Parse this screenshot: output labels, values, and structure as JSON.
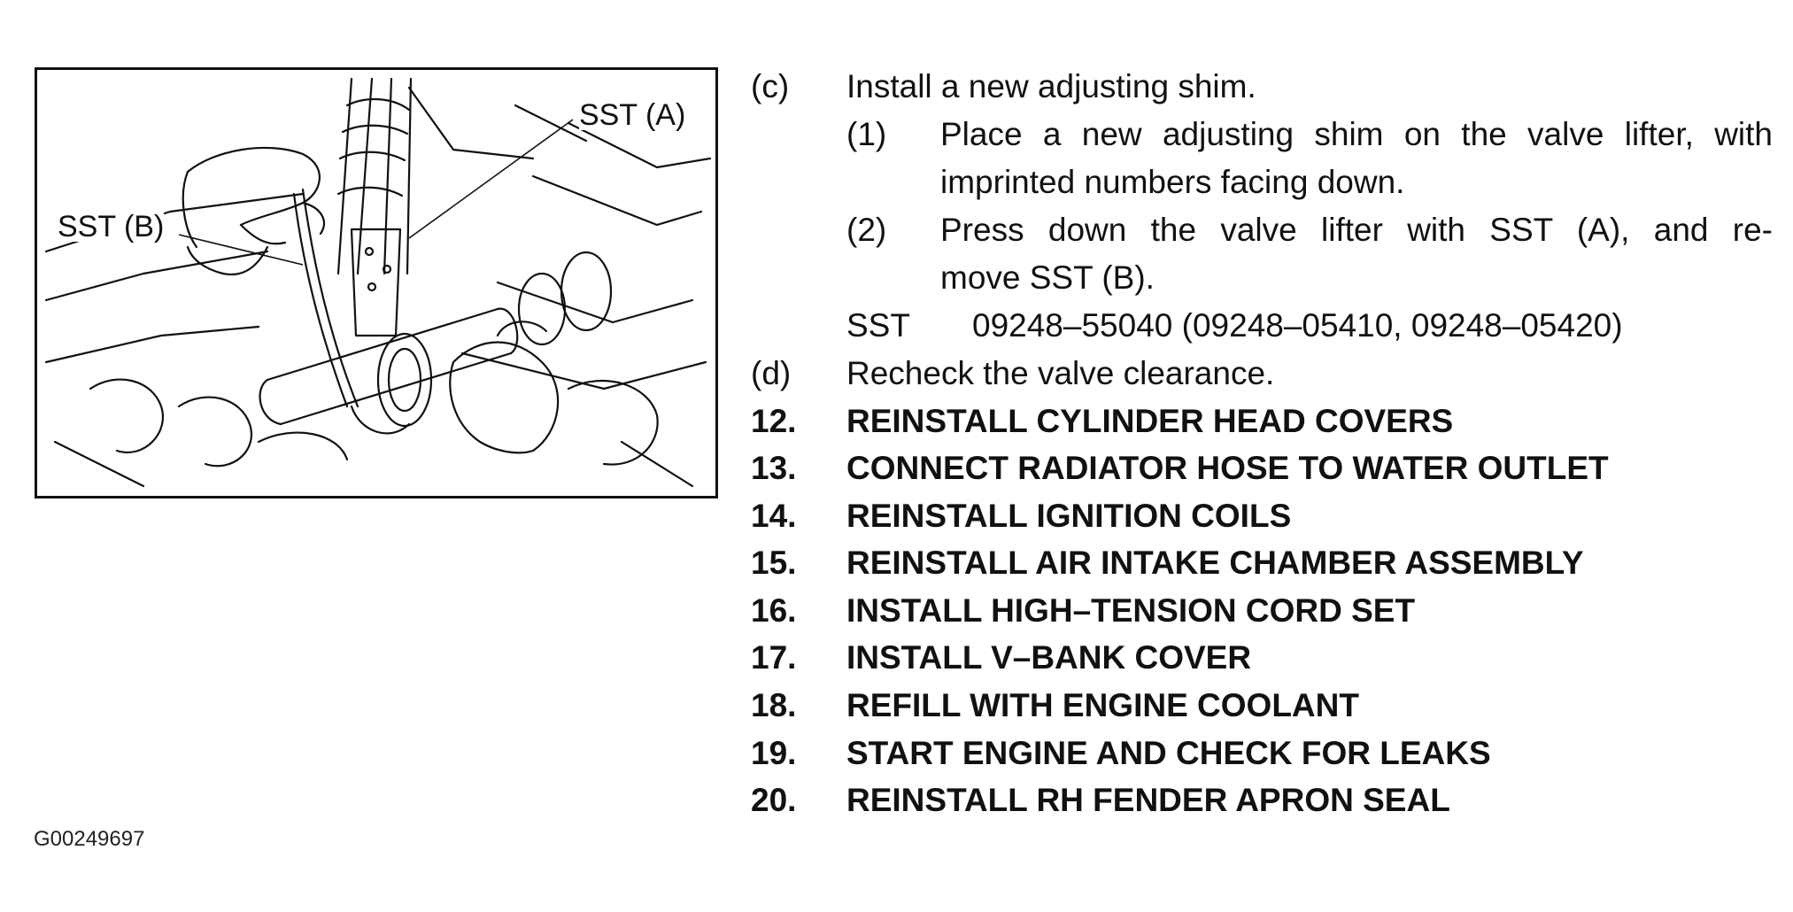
{
  "figure": {
    "callout_a": "SST (A)",
    "callout_b": "SST (B)"
  },
  "procedure": {
    "c_label": "(c)",
    "c_text": "Install a new adjusting shim.",
    "sub1_label": "(1)",
    "sub1_line1": "Place a new adjusting shim on the valve lifter, with",
    "sub1_line2": "imprinted numbers facing down.",
    "sub2_label": "(2)",
    "sub2_line1": "Press down the valve lifter with SST (A), and re-",
    "sub2_line2": "move SST (B).",
    "sst_label": "SST",
    "sst_numbers": "09248–55040 (09248–05410, 09248–05420)",
    "d_label": "(d)",
    "d_text": "Recheck the valve clearance."
  },
  "steps": [
    {
      "num": "12.",
      "text": "REINSTALL CYLINDER HEAD COVERS"
    },
    {
      "num": "13.",
      "text": "CONNECT RADIATOR HOSE TO WATER OUTLET"
    },
    {
      "num": "14.",
      "text": "REINSTALL IGNITION COILS"
    },
    {
      "num": "15.",
      "text": "REINSTALL AIR INTAKE CHAMBER ASSEMBLY"
    },
    {
      "num": "16.",
      "text": "INSTALL HIGH–TENSION CORD SET"
    },
    {
      "num": "17.",
      "text": "INSTALL V–BANK COVER"
    },
    {
      "num": "18.",
      "text": "REFILL WITH ENGINE COOLANT"
    },
    {
      "num": "19.",
      "text": "START ENGINE AND CHECK FOR LEAKS"
    },
    {
      "num": "20.",
      "text": "REINSTALL RH FENDER APRON SEAL"
    }
  ],
  "footer": {
    "graphic_id": "G00249697"
  }
}
